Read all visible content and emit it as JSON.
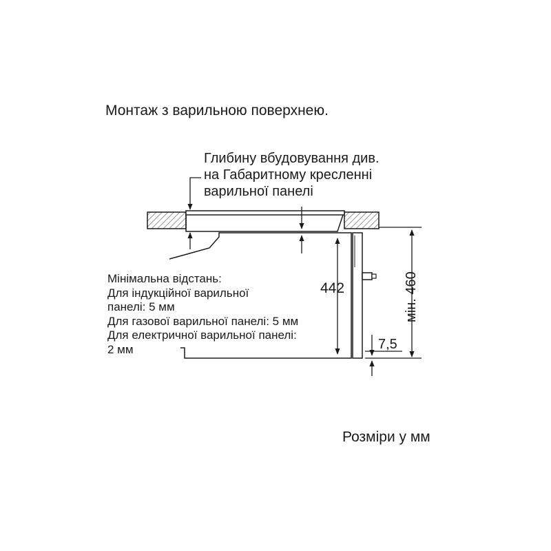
{
  "title": "Монтаж з варильною поверхнею.",
  "depth_note": [
    "Глибину вбудовування див.",
    "на Габаритному кресленні",
    "варильної панелі"
  ],
  "min_distance": [
    "Мінімальна відстань:",
    "Для індукційної варильної",
    "панелі: 5 мм",
    "Для газової варильної панелі: 5 мм",
    "Для електричної варильної панелі:",
    "2 мм"
  ],
  "dimensions": {
    "height_inner": "442",
    "height_min": "мін. 460",
    "gap": "7,5"
  },
  "units_note": "Розміри у мм"
}
